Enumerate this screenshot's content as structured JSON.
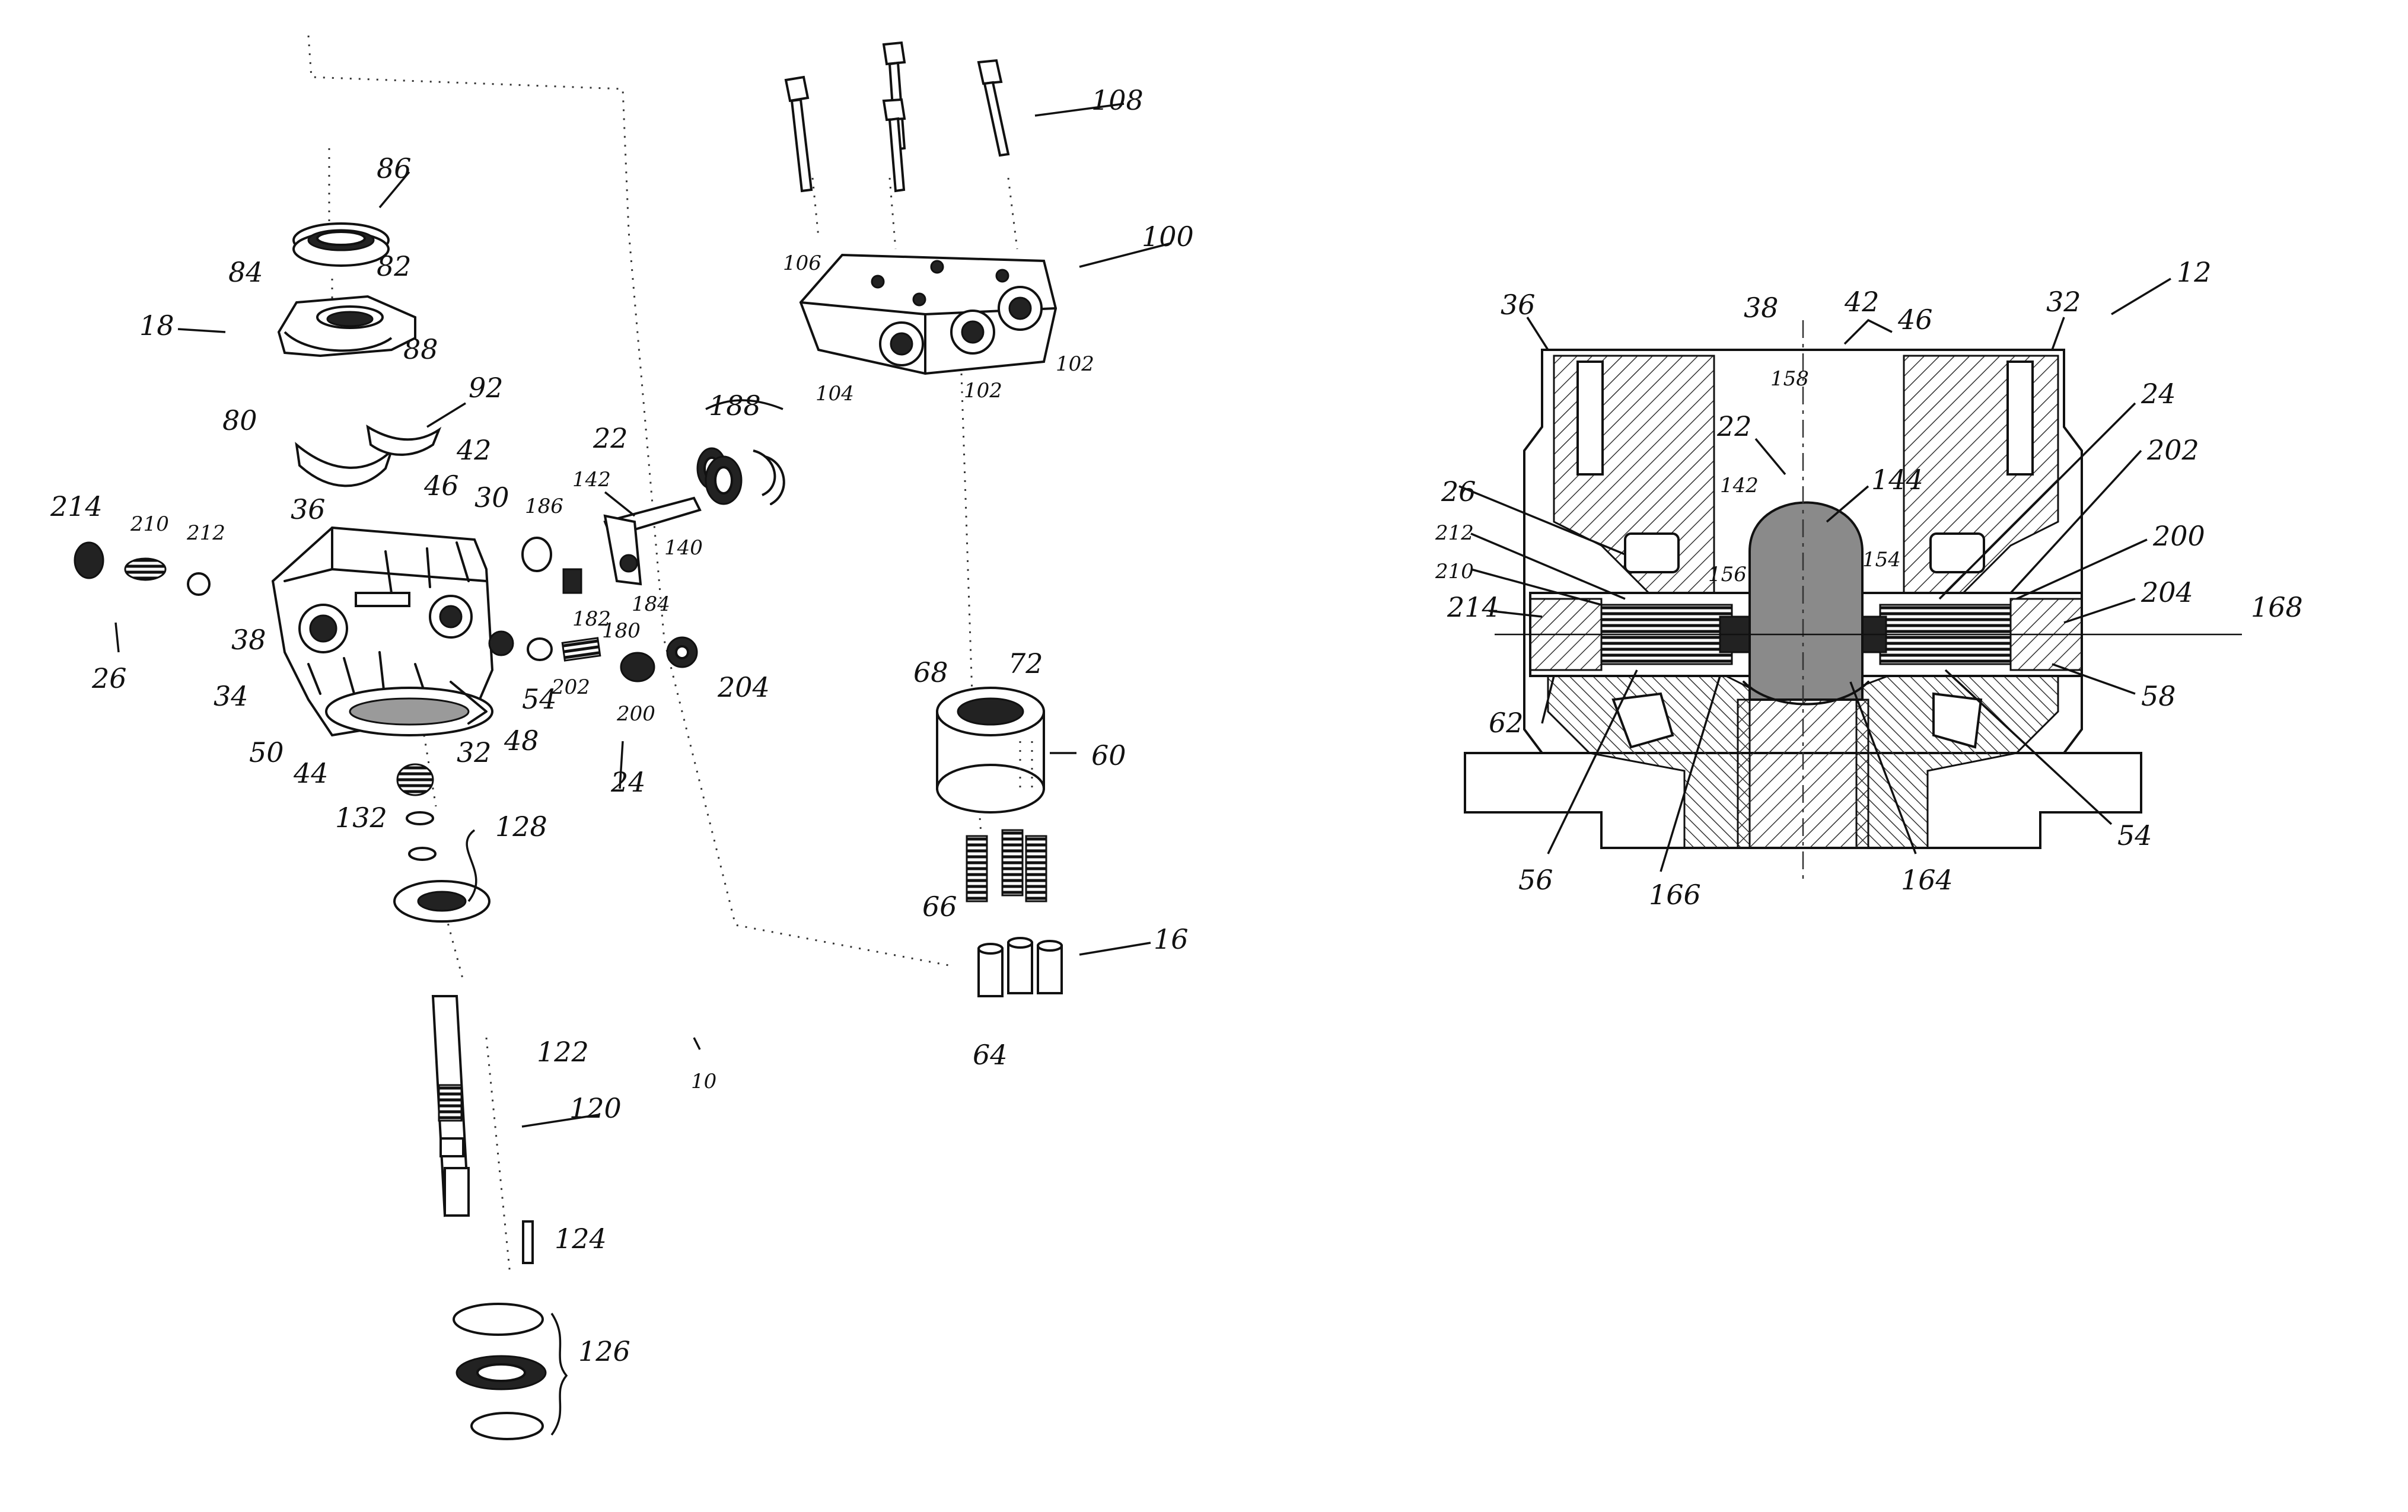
{
  "figure": {
    "exploded_view_labels": [
      "86",
      "84",
      "82",
      "18",
      "88",
      "80",
      "92",
      "214",
      "210",
      "212",
      "26",
      "36",
      "42",
      "46",
      "30",
      "38",
      "34",
      "50",
      "44",
      "32",
      "48",
      "54",
      "22",
      "142",
      "140",
      "186",
      "182",
      "184",
      "188",
      "180",
      "202",
      "200",
      "204",
      "24",
      "108",
      "106",
      "100",
      "104",
      "102",
      "102",
      "68",
      "72",
      "60",
      "66",
      "16",
      "64",
      "132",
      "128",
      "122",
      "120",
      "124",
      "126",
      "10"
    ],
    "section_view_labels": [
      "12",
      "36",
      "38",
      "42",
      "46",
      "32",
      "24",
      "202",
      "200",
      "204",
      "168",
      "58",
      "54",
      "164",
      "166",
      "56",
      "62",
      "214",
      "210",
      "212",
      "26",
      "22",
      "142",
      "144",
      "158",
      "156",
      "154"
    ]
  },
  "labels": {
    "l86": "86",
    "l84": "84",
    "l82": "82",
    "l18": "18",
    "l88": "88",
    "l80": "80",
    "l92": "92",
    "l214a": "214",
    "l210a": "210",
    "l212a": "212",
    "l26a": "26",
    "l36a": "36",
    "l42a": "42",
    "l46a": "46",
    "l30": "30",
    "l38a": "38",
    "l34": "34",
    "l50": "50",
    "l44": "44",
    "l32a": "32",
    "l48": "48",
    "l54a": "54",
    "l22a": "22",
    "l142a": "142",
    "l140": "140",
    "l186": "186",
    "l182": "182",
    "l184": "184",
    "l188": "188",
    "l180": "180",
    "l202a": "202",
    "l200a": "200",
    "l204a": "204",
    "l24a": "24",
    "l108": "108",
    "l106": "106",
    "l100": "100",
    "l104": "104",
    "l102a": "102",
    "l102b": "102",
    "l68": "68",
    "l72": "72",
    "l60": "60",
    "l66": "66",
    "l16": "16",
    "l64": "64",
    "l132": "132",
    "l128": "128",
    "l122": "122",
    "l120": "120",
    "l124": "124",
    "l126": "126",
    "l10": "10",
    "s12": "12",
    "s36": "36",
    "s38": "38",
    "s42": "42",
    "s46": "46",
    "s32": "32",
    "s24": "24",
    "s202": "202",
    "s200": "200",
    "s204": "204",
    "s168": "168",
    "s58": "58",
    "s54": "54",
    "s164": "164",
    "s166": "166",
    "s56": "56",
    "s62": "62",
    "s214": "214",
    "s210": "210",
    "s212": "212",
    "s26": "26",
    "s22": "22",
    "s142": "142",
    "s144": "144",
    "s158": "158",
    "s156": "156",
    "s154": "154"
  }
}
